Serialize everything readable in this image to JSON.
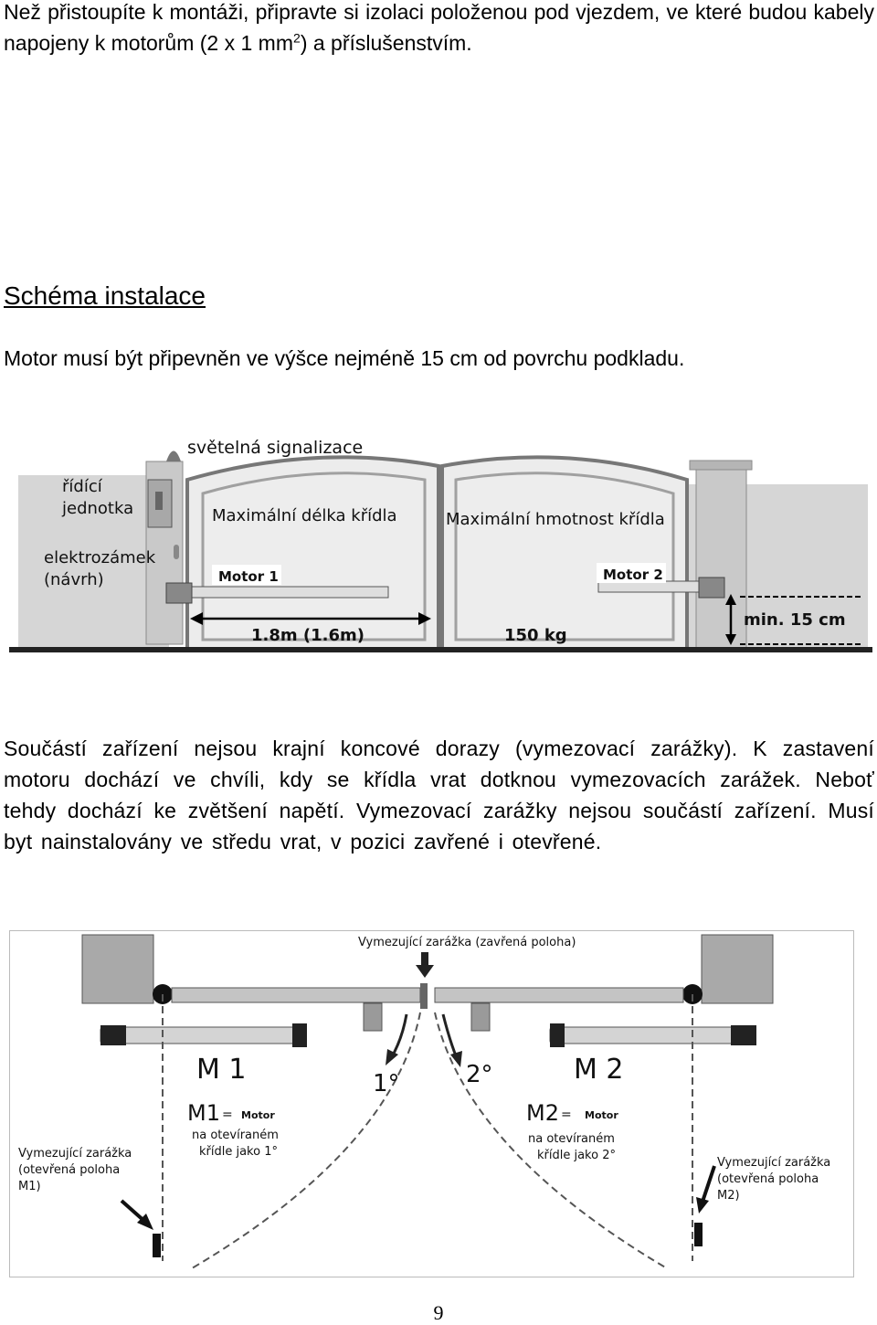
{
  "intro": {
    "text": "Než přistoupíte k montáži, připravte si izolaci položenou pod vjezdem, ve které budou kabely napojeny k motorům (2 x 1 mm",
    "sup": "2",
    "tail": ") a příslušenstvím."
  },
  "section": {
    "heading": "Schéma instalace",
    "motor_height_text": "Motor musí být připevněn ve výšce nejméně 15 cm od povrchu podkladu."
  },
  "figure1": {
    "label_signal": "světelná signalizace",
    "label_control_1": "řídící",
    "label_control_2": "jednotka",
    "label_lock_1": "elektrozámek",
    "label_lock_2": "(návrh)",
    "label_max_length": "Maximální délka křídla",
    "label_max_weight": "Maximální hmotnost křídla",
    "label_motor1": "Motor 1",
    "label_motor2": "Motor 2",
    "label_length_value": "1.8m (1.6m)",
    "label_weight_value": "150 kg",
    "label_min_height": "min. 15 cm"
  },
  "stops_paragraph": "Součástí zařízení nejsou krajní koncové dorazy (vymezovací zarážky). K zastavení motoru dochází ve chvíli, kdy se křídla vrat dotknou vymezovacích zarážek. Neboť tehdy dochází ke zvětšení napětí. Vymezovací zarážky nejsou součástí zařízení. Musí byt nainstalovány ve středu vrat, v pozici zavřené i otevřené.",
  "figure2": {
    "label_center_stop": "Vymezující zarážka (zavřená poloha)",
    "label_m1": "M 1",
    "label_m2": "M 2",
    "label_angle1": "1°",
    "label_angle2": "2°",
    "m1_code": "M1",
    "m2_code": "M2",
    "eq": "=",
    "motor_word": "Motor",
    "m1_desc_1": "na otevíraném",
    "m1_desc_2": "křídle jako 1°",
    "m2_desc_1": "na otevíraném",
    "m2_desc_2": "křídle jako 2°",
    "left_stop_1": "Vymezující zarážka",
    "left_stop_2": "(otevřená poloha",
    "left_stop_3": "M1)",
    "right_stop_1": "Vymezující zarážka",
    "right_stop_2": "(otevřená poloha",
    "right_stop_3": "M2)"
  },
  "page_number": "9"
}
